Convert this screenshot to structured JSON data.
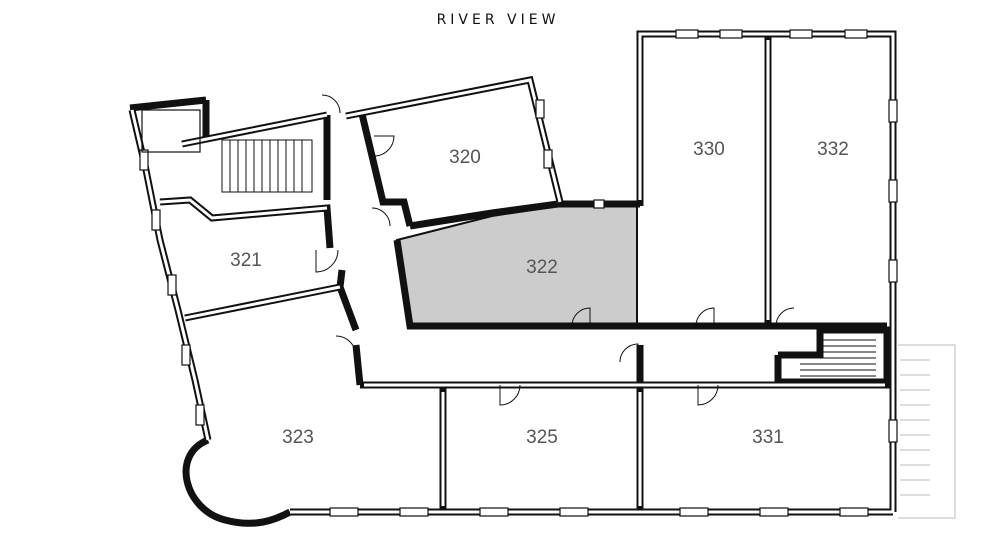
{
  "title": "RIVER VIEW",
  "rooms": {
    "r320": "320",
    "r321": "321",
    "r322": "322",
    "r323": "323",
    "r325": "325",
    "r330": "330",
    "r331": "331",
    "r332": "332"
  },
  "highlight": {
    "room": "322",
    "fill": "#cccccc"
  },
  "colors": {
    "wall": "#111111",
    "label": "#555555"
  }
}
